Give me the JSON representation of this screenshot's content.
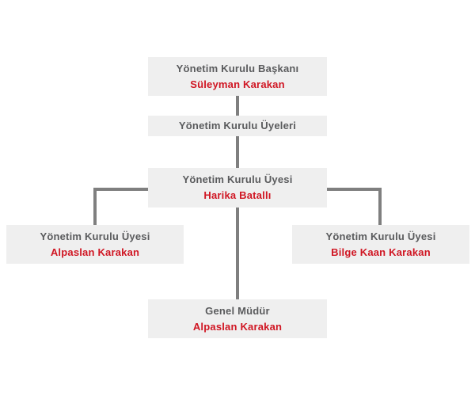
{
  "org_chart": {
    "nodes": {
      "chairman": {
        "title": "Yönetim Kurulu Başkanı",
        "name": "Süleyman Karakan"
      },
      "board_members": {
        "title": "Yönetim Kurulu Üyeleri"
      },
      "member_center": {
        "title": "Yönetim Kurulu Üyesi",
        "name": "Harika Batallı"
      },
      "member_left": {
        "title": "Yönetim Kurulu Üyesi",
        "name": "Alpaslan Karakan"
      },
      "member_right": {
        "title": "Yönetim Kurulu Üyesi",
        "name": "Bilge Kaan Karakan"
      },
      "general_manager": {
        "title": "Genel Müdür",
        "name": "Alpaslan Karakan"
      }
    },
    "colors": {
      "box_background": "#efefef",
      "title_text": "#5a5b5d",
      "name_text": "#d01623",
      "connector_line": "#7f7f7f",
      "page_background": "#ffffff"
    }
  }
}
